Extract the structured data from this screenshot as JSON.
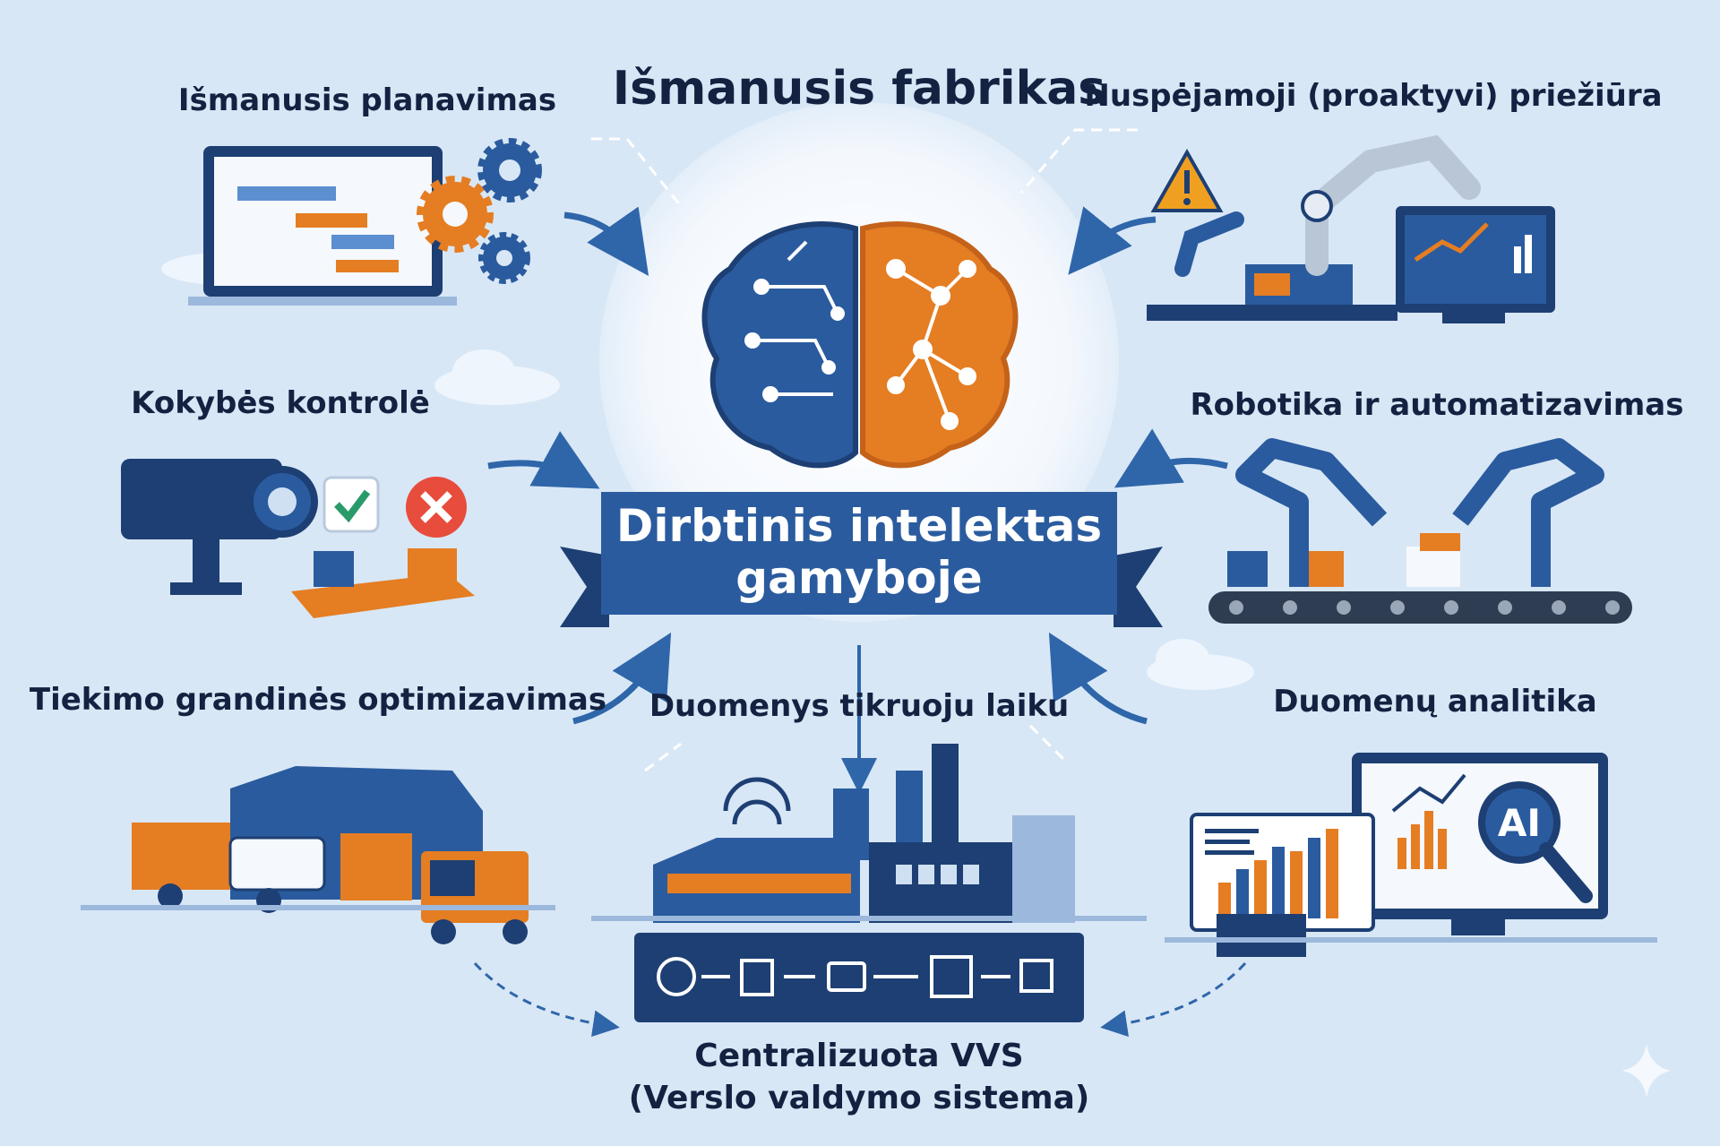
{
  "title": "Išmanusis fabrikas",
  "center": {
    "line1": "Dirbtinis intelektas",
    "line2": "gamyboje"
  },
  "sections": {
    "planning": "Išmanusis planavimas",
    "maintenance": "Nuspėjamoji (proaktyvi) priežiūra",
    "quality": "Kokybės kontrolė",
    "robotics": "Robotika ir automatizavimas",
    "supply": "Tiekimo grandinės optimizavimas",
    "realtime": "Duomenys tikruoju laiku",
    "analytics": "Duomenų analitika",
    "erp_line1": "Centralizuota VVS",
    "erp_line2": "(Verslo valdymo sistema)"
  },
  "analytics_badge": "AI",
  "colors": {
    "blue": "#2a5b9e",
    "navy": "#1d3f73",
    "orange": "#e57d22",
    "bg": "#d8e7f6"
  }
}
